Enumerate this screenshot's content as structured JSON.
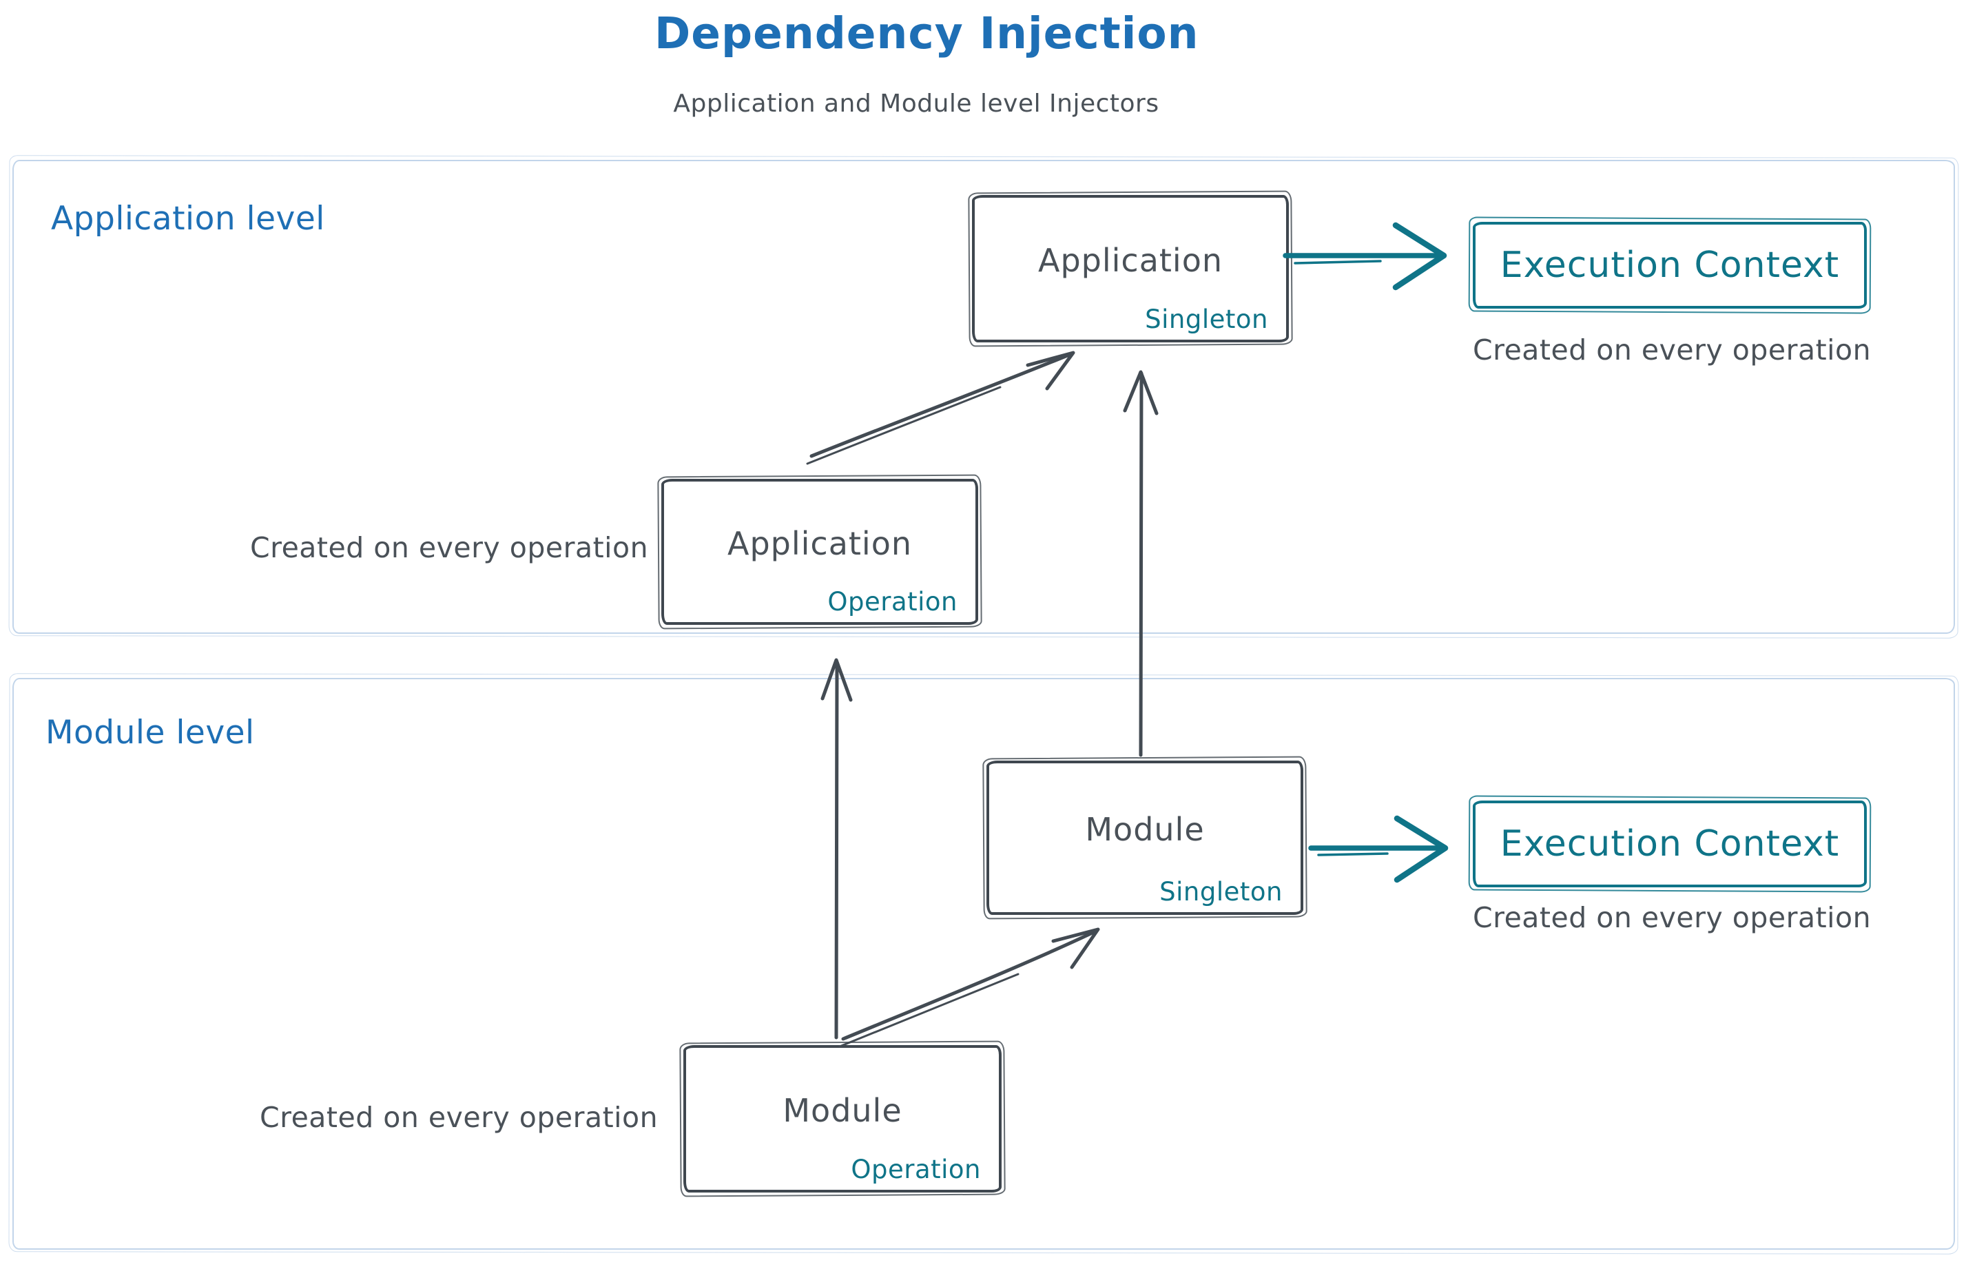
{
  "title": "Dependency Injection",
  "subtitle": "Application and Module level Injectors",
  "colors": {
    "blue": "#1e6fb5",
    "teal": "#0f7488",
    "dark_text": "#4a5158",
    "box_border": "#3f474f",
    "section_border": "#c2d5ea"
  },
  "sections": [
    {
      "id": "application",
      "label": "Application level",
      "injector_box": {
        "title": "Application",
        "scope": "Singleton"
      },
      "operation_box": {
        "title": "Application",
        "scope": "Operation"
      },
      "operation_caption": "Created on every operation",
      "execution_context": {
        "label": "Execution Context",
        "caption": "Created on every operation"
      }
    },
    {
      "id": "module",
      "label": "Module level",
      "injector_box": {
        "title": "Module",
        "scope": "Singleton"
      },
      "operation_box": {
        "title": "Module",
        "scope": "Operation"
      },
      "operation_caption": "Created on every operation",
      "execution_context": {
        "label": "Execution Context",
        "caption": "Created on every operation"
      }
    }
  ],
  "arrows": [
    {
      "from": "application-operation",
      "to": "application-singleton",
      "color": "dark"
    },
    {
      "from": "module-singleton",
      "to": "application-singleton",
      "color": "dark"
    },
    {
      "from": "module-operation",
      "to": "application-operation",
      "color": "dark"
    },
    {
      "from": "module-operation",
      "to": "module-singleton",
      "color": "dark"
    },
    {
      "from": "application-singleton",
      "to": "application-execution-context",
      "color": "teal"
    },
    {
      "from": "module-singleton",
      "to": "module-execution-context",
      "color": "teal"
    }
  ]
}
